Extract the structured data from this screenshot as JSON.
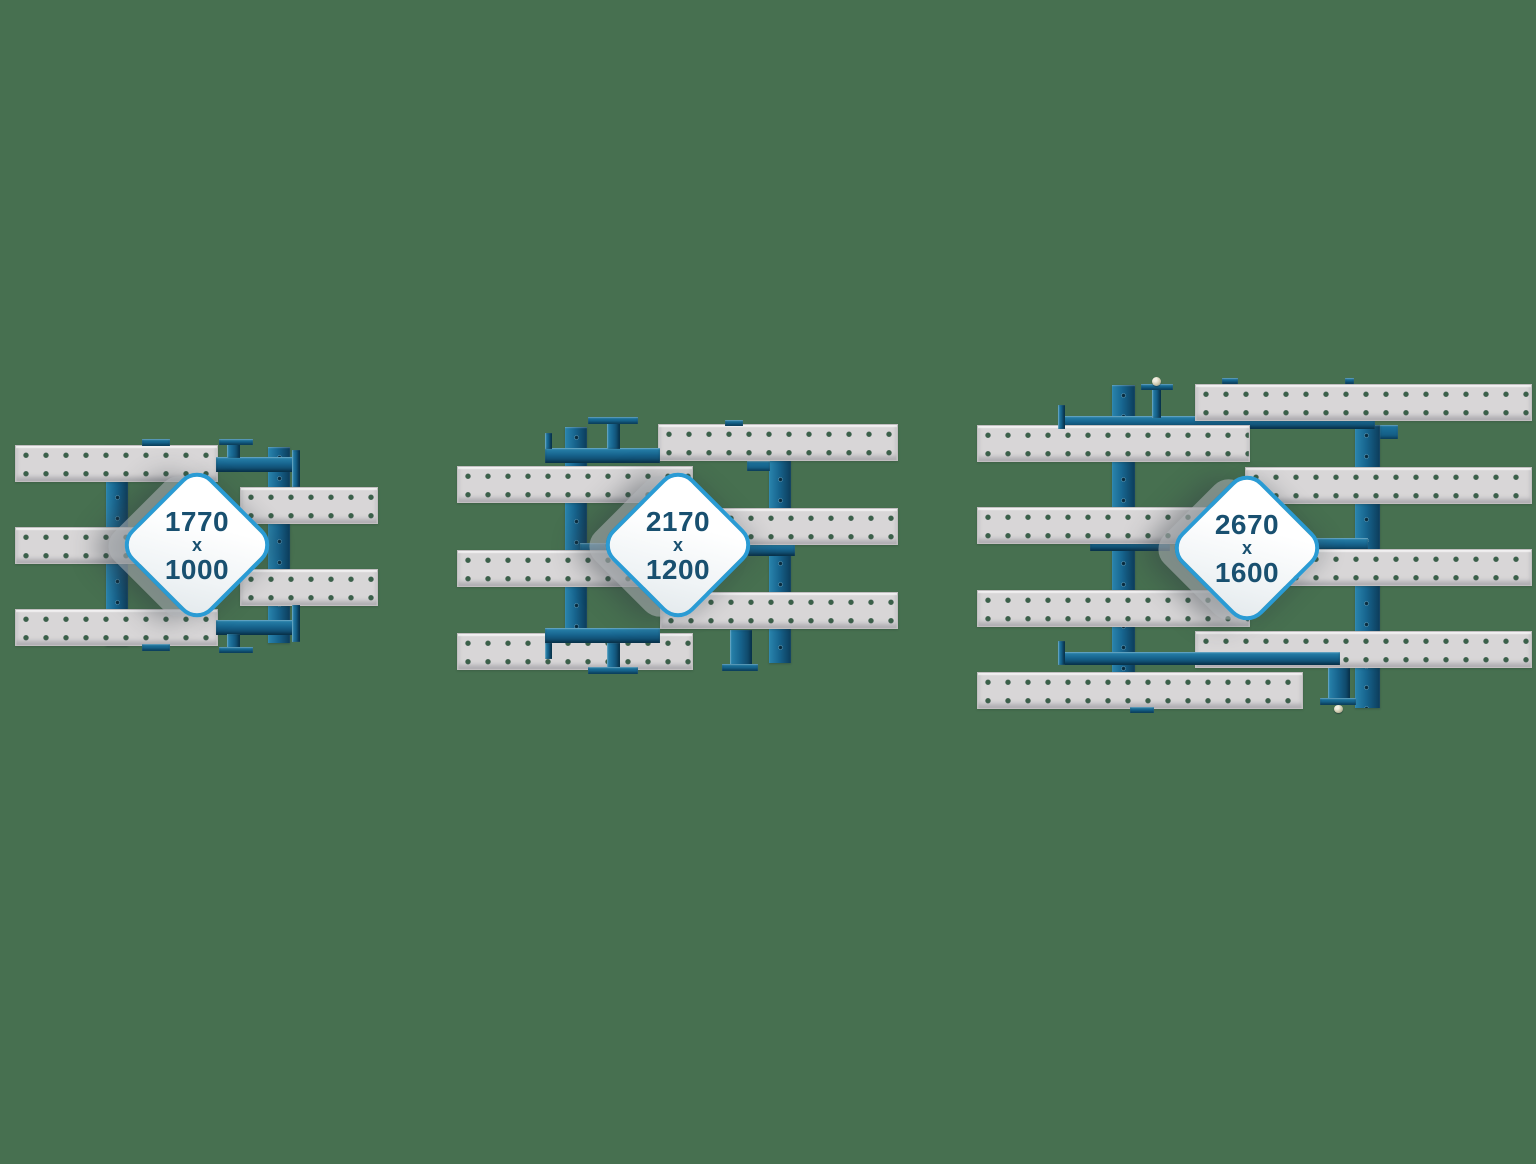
{
  "background_color": "#477050",
  "palette": {
    "background_color": "#477050",
    "frame_blue": "#17658F",
    "frame_blue_dark": "#0C3C5A",
    "slat_gray": "#D8D6D7",
    "hole_green": "#3A6049",
    "badge_border_blue": "#2A9BD4",
    "badge_fill": "#FFFFFF",
    "badge_text_color": "#195070"
  },
  "variants": [
    {
      "id": "size-1770x1000",
      "width_mm": "1770",
      "separator": "x",
      "length_mm": "1000"
    },
    {
      "id": "size-2170x1200",
      "width_mm": "2170",
      "separator": "x",
      "length_mm": "1200"
    },
    {
      "id": "size-2670x1600",
      "width_mm": "2670",
      "separator": "x",
      "length_mm": "1600"
    }
  ]
}
